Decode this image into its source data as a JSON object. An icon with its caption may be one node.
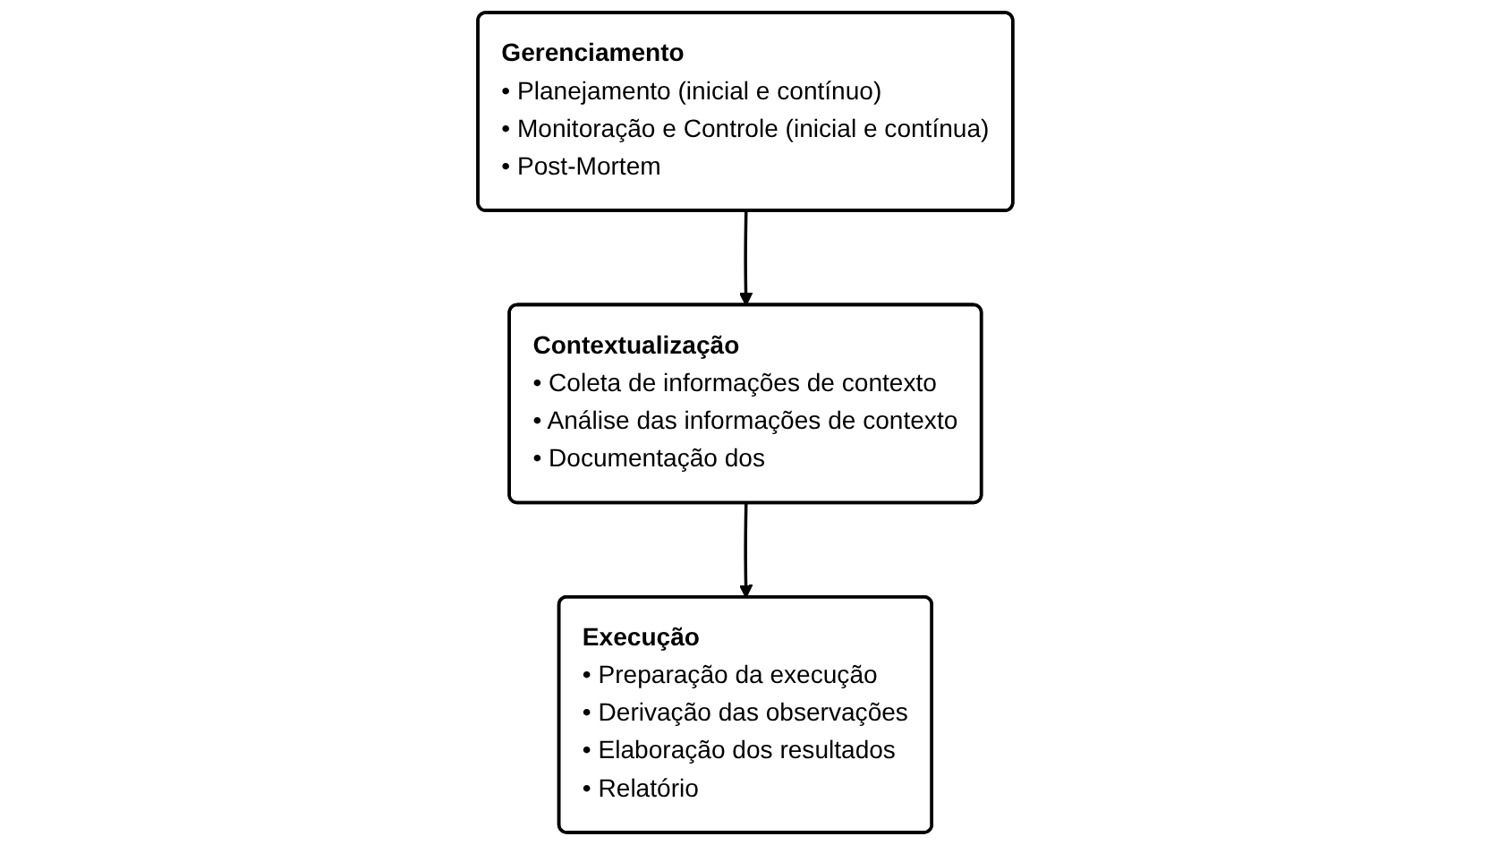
{
  "diagram": {
    "nodes": [
      {
        "text": [
          "Gerenciamento",
          "• Planejamento (inicial e contínuo)",
          "• Monitoração e Controle (inicial e contínua)",
          "• Post-Mortem"
        ]
      },
      {
        "text": [
          "Contextualização",
          "• Coleta de informações de contexto",
          "• Análise das informações de contexto",
          "• Documentação dos"
        ]
      },
      {
        "text": [
          "Execução",
          "• Preparação da execução",
          "• Derivação das observações",
          "• Elaboração dos resultados",
          "• Relatório"
        ]
      }
    ],
    "edges": [
      {
        "from": 0,
        "to": 1,
        "arrow": "to"
      },
      {
        "from": 1,
        "to": 2,
        "arrow": "to"
      }
    ]
  }
}
